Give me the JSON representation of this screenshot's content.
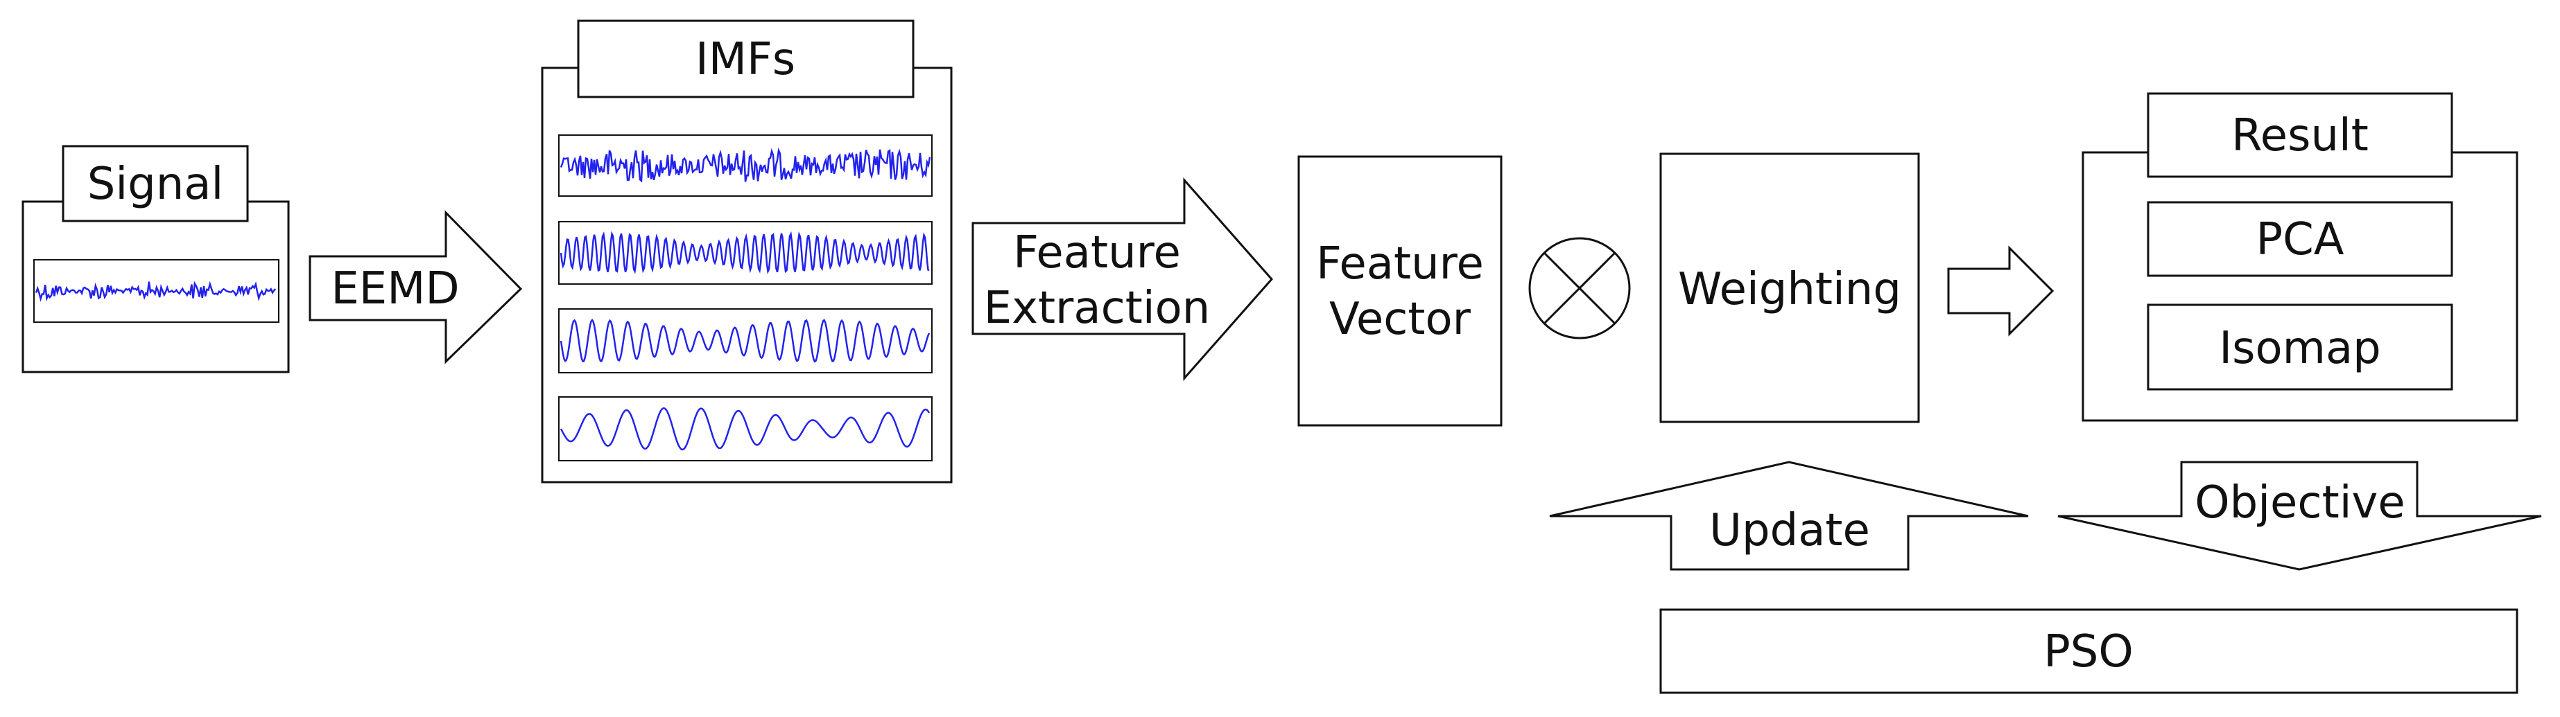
{
  "labels": {
    "signal": "Signal",
    "eemd": "EEMD",
    "imfs": "IMFs",
    "feature_extraction_line1": "Feature",
    "feature_extraction_line2": "Extraction",
    "feature_vector_line1": "Feature",
    "feature_vector_line2": "Vector",
    "weighting": "Weighting",
    "result": "Result",
    "pca": "PCA",
    "isomap": "Isomap",
    "update": "Update",
    "objective": "Objective",
    "pso": "PSO"
  },
  "colors": {
    "stroke": "#111111",
    "waveform": "#2222ee",
    "background": "#ffffff"
  },
  "icons": {
    "combine": "circle-times-icon"
  }
}
